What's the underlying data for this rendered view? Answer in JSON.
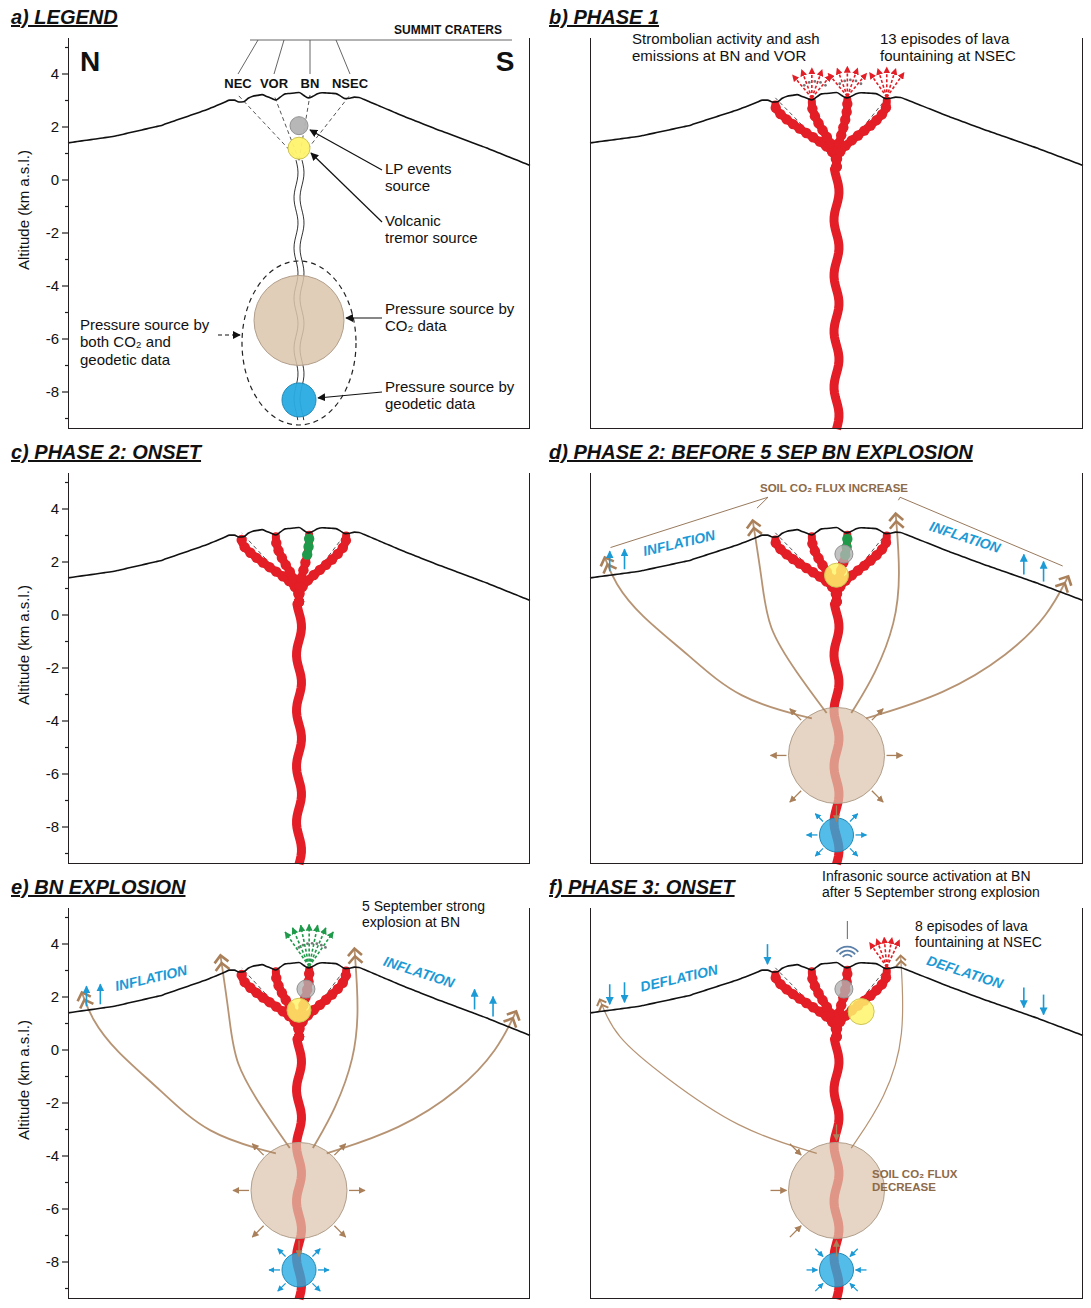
{
  "diagram": {
    "nodes": [
      {
        "text": [
          "a) LEGEND"
        ]
      },
      {
        "text": [
          "b) PHASE 1"
        ]
      },
      {
        "text": [
          "c) PHASE 2: ONSET"
        ]
      },
      {
        "text": [
          "d) PHASE 2: BEFORE 5 SEP BN EXPLOSION"
        ]
      },
      {
        "text": [
          "e) BN EXPLOSION"
        ]
      },
      {
        "text": [
          "f) PHASE 3: ONSET"
        ]
      }
    ],
    "labels": [
      "SUMMIT CRATERS",
      "N",
      "NEC",
      "VOR",
      "BN",
      "NSEC",
      "S",
      "4",
      "2",
      "0",
      "-2",
      "-4",
      "-6",
      "-8",
      "Altitude (km a.s.l.)",
      "Strombolian activity and ash emissions at BN and VOR",
      "13 episodes of lava fountaining at NSEC",
      "4",
      "2",
      "0",
      "-2",
      "-4",
      "-6",
      "-8",
      "Altitude (km a.s.l.)",
      "SOIL CO₂ FLUX INCREASE",
      "INFLATION",
      "INFLATION",
      "5 September strong explosion at BN",
      "4",
      "2",
      "0",
      "-2",
      "-4",
      "-6",
      "-8",
      "Altitude (km a.s.l.)",
      "INFLATION",
      "INFLATION",
      "Infrasonic source activation at BN after 5 September strong explosion",
      "8 episodes of lava fountaining at NSEC",
      "DEFLATION",
      "DEFLATION",
      "SOIL CO₂ FLUX DECREASE"
    ],
    "legend": [
      {
        "text": "LP events source",
        "color": "#b3b3b3"
      },
      {
        "text": "Volcanic tremor source",
        "color": "#fff36b"
      },
      {
        "text": "Pressure source by CO₂ data",
        "color": "#dcc5ad"
      },
      {
        "text": "Pressure source by both CO₂ and geodetic data"
      },
      {
        "text": "Pressure source by geodetic data",
        "color": "#29abe2"
      }
    ]
  }
}
